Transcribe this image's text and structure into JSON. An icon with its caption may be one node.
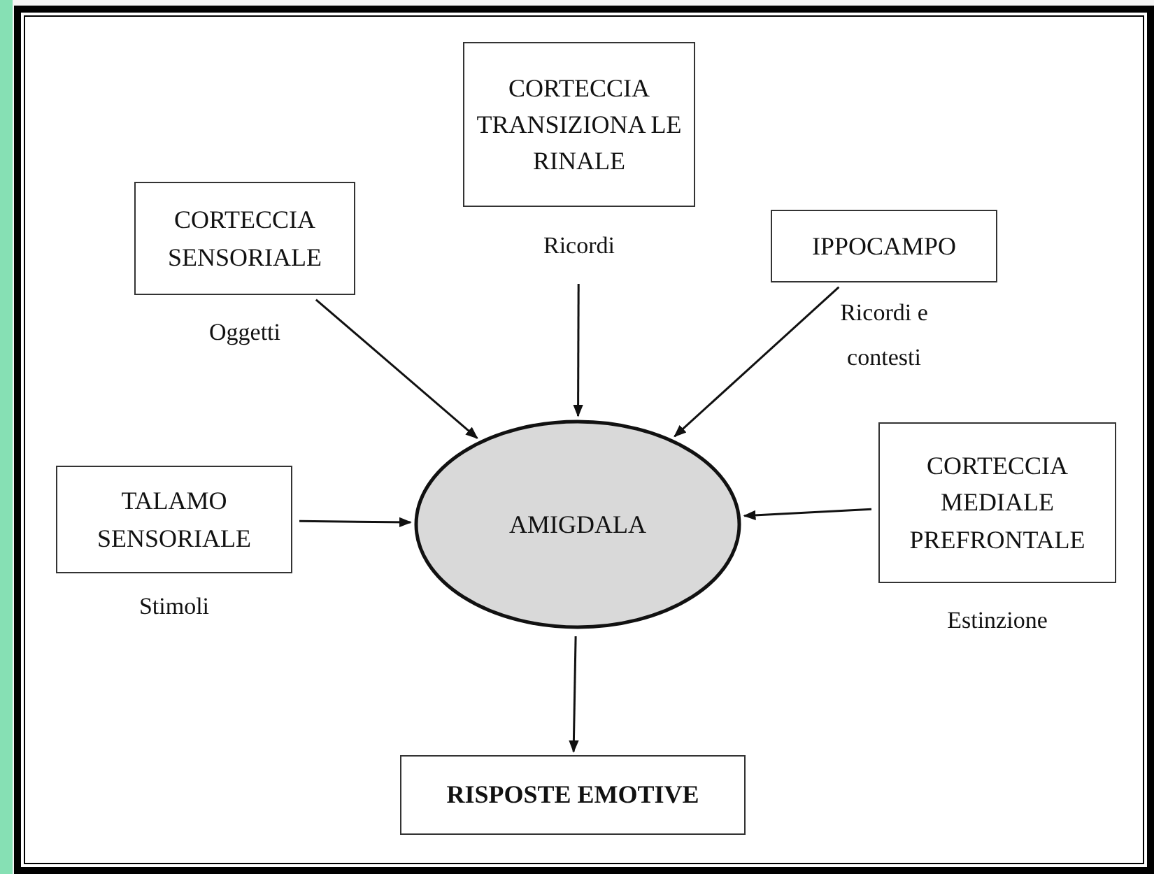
{
  "diagram": {
    "nodes": [
      {
        "text": [
          "CORTECCIA SENSORIALE"
        ],
        "beside": [
          "Oggetti"
        ]
      },
      {
        "text": [
          "CORTECCIA TRANSIZIONA LE RINALE"
        ],
        "beside": [
          "Ricordi"
        ]
      },
      {
        "text": [
          "IPPOCAMPO"
        ],
        "beside": [
          "Ricordi e contesti"
        ]
      },
      {
        "text": [
          "TALAMO SENSORIALE"
        ],
        "beside": [
          "Stimoli"
        ]
      },
      {
        "text": [
          "AMIGDALA"
        ]
      },
      {
        "text": [
          "CORTECCIA MEDIALE PREFRONTALE"
        ],
        "beside": [
          "Estinzione"
        ]
      },
      {
        "text": [
          "RISPOSTE EMOTIVE"
        ]
      }
    ],
    "edges": [
      {
        "from": 0,
        "to": 4,
        "arrow": "to"
      },
      {
        "from": 1,
        "to": 4,
        "arrow": "to"
      },
      {
        "from": 2,
        "to": 4,
        "arrow": "to"
      },
      {
        "from": 3,
        "to": 4,
        "arrow": "to"
      },
      {
        "from": 5,
        "to": 4,
        "arrow": "to"
      },
      {
        "from": 4,
        "to": 6,
        "arrow": "to"
      }
    ]
  }
}
